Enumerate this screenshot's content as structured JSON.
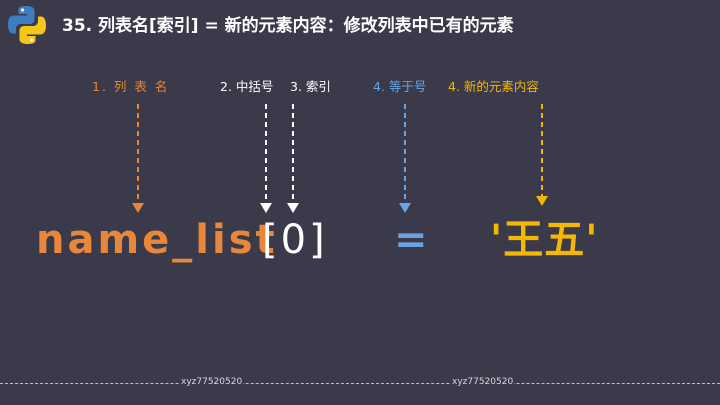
{
  "title": "35. 列表名[索引] = 新的元素内容：修改列表中已有的元素",
  "labels": {
    "list_name": "1. 列 表 名",
    "brackets": "2. 中括号",
    "index": "3. 索引",
    "equals": "4. 等于号",
    "new_content": "4.  新的元素内容"
  },
  "code": {
    "name": "name_list",
    "bracket_index": "[0]",
    "equals": "=",
    "value": "'王五'"
  },
  "watermark": "xyz77520520",
  "icons": {
    "logo": "python-logo-icon"
  },
  "colors": {
    "background": "#3a3a4b",
    "orange": "#e8873a",
    "white": "#ffffff",
    "blue": "#6aa3e0",
    "gold": "#f5b800"
  }
}
